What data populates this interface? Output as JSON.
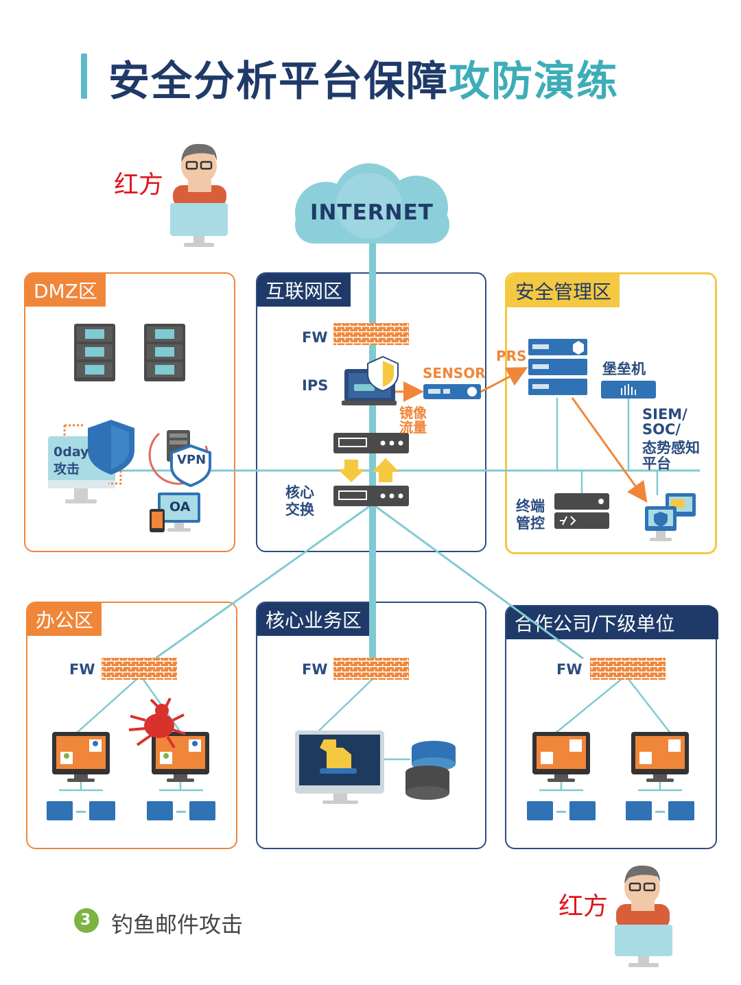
{
  "title": {
    "main": "安全分析平台保障",
    "accent": "攻防演练"
  },
  "red_team_label": "红方",
  "internet_label": "INTERNET",
  "zones": {
    "dmz": "DMZ区",
    "internet_zone": "互联网区",
    "security_mgmt": "安全管理区",
    "office": "办公区",
    "core_business": "核心业务区",
    "partner": "合作公司/下级单位"
  },
  "labels": {
    "fw": "FW",
    "ips": "IPS",
    "sensor": "SENSOR",
    "prs": "PRS",
    "mirror_line1": "镜像",
    "mirror_line2": "流量",
    "core_switch_line1": "核心",
    "core_switch_line2": "交换",
    "bastion": "堡垒机",
    "siem_line1": "SIEM/",
    "siem_line2": "SOC/",
    "siem_line3": "态势感知",
    "siem_line4": "平台",
    "endpoint_line1": "终端",
    "endpoint_line2": "管控",
    "zeroday_line1": "0day",
    "zeroday_line2": "攻击",
    "vpn": "VPN",
    "oa": "OA"
  },
  "step": {
    "number": "3",
    "text": "钓鱼邮件攻击"
  },
  "colors": {
    "navy": "#1f3a68",
    "teal": "#3dadb8",
    "orange": "#f0863a",
    "yellow": "#f5c842",
    "red": "#e0141c",
    "green": "#7cb342"
  }
}
